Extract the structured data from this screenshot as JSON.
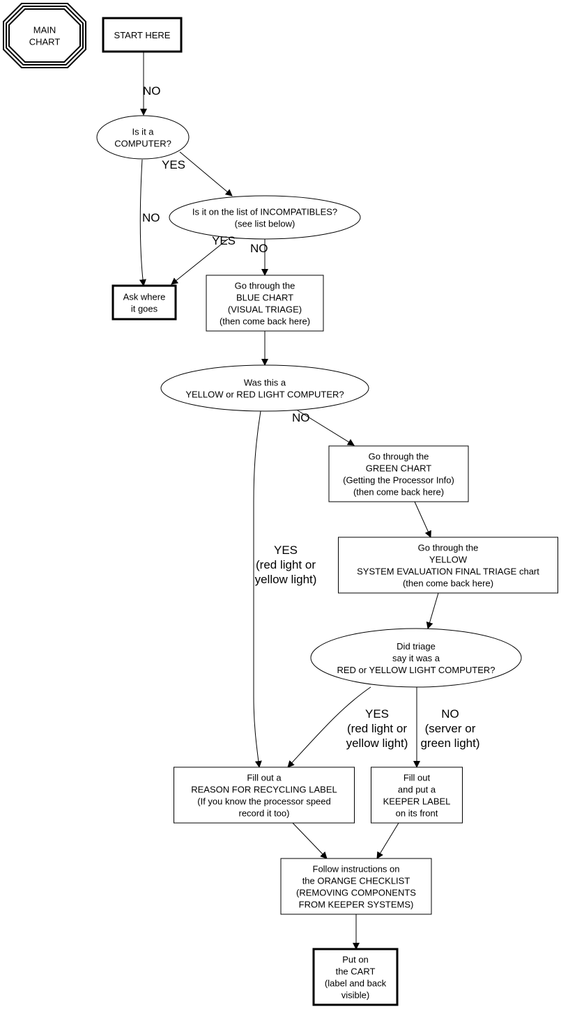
{
  "diagram": {
    "title": "MAIN CHART",
    "nodes": [
      {
        "id": "main",
        "shape": "octagon",
        "lines": [
          "MAIN",
          "CHART"
        ]
      },
      {
        "id": "start",
        "shape": "box-bold",
        "lines": [
          "START HERE"
        ]
      },
      {
        "id": "is_computer",
        "shape": "ellipse",
        "lines": [
          "Is it a",
          "COMPUTER?"
        ]
      },
      {
        "id": "incompatible",
        "shape": "ellipse",
        "lines": [
          "Is it on the list of INCOMPATIBLES?",
          "(see list below)"
        ]
      },
      {
        "id": "ask",
        "shape": "box-bold",
        "lines": [
          "Ask where",
          "it goes"
        ]
      },
      {
        "id": "blue",
        "shape": "box",
        "lines": [
          "Go through the",
          "BLUE CHART",
          "(VISUAL TRIAGE)",
          "(then come back here)"
        ]
      },
      {
        "id": "yellow_red",
        "shape": "ellipse",
        "lines": [
          "Was this a",
          "YELLOW or RED LIGHT COMPUTER?"
        ]
      },
      {
        "id": "green",
        "shape": "box",
        "lines": [
          "Go through the",
          "GREEN CHART",
          "(Getting the Processor Info)",
          "(then come back here)"
        ]
      },
      {
        "id": "yellow_chart",
        "shape": "box",
        "lines": [
          "Go through the",
          "YELLOW",
          "SYSTEM EVALUATION FINAL TRIAGE chart",
          "(then come back here)"
        ]
      },
      {
        "id": "triage",
        "shape": "ellipse",
        "lines": [
          "Did triage",
          "say it was a",
          "RED or YELLOW LIGHT COMPUTER?"
        ]
      },
      {
        "id": "recycle",
        "shape": "box",
        "lines": [
          "Fill out a",
          "REASON FOR RECYCLING LABEL",
          "(If you know the processor speed",
          "record it too)"
        ]
      },
      {
        "id": "keeper",
        "shape": "box",
        "lines": [
          "Fill out",
          "and put a",
          "KEEPER LABEL",
          "on its front"
        ]
      },
      {
        "id": "orange",
        "shape": "box",
        "lines": [
          "Follow instructions on",
          "the ORANGE CHECKLIST",
          "(REMOVING COMPONENTS",
          "FROM KEEPER SYSTEMS)"
        ]
      },
      {
        "id": "cart",
        "shape": "box-bold",
        "lines": [
          "Put on",
          "the CART",
          "(label and back",
          "visible)"
        ]
      }
    ],
    "edges": [
      {
        "from": "start",
        "to": "is_computer",
        "label": [
          "NO"
        ]
      },
      {
        "from": "is_computer",
        "to": "incompatible",
        "label": [
          "YES"
        ]
      },
      {
        "from": "is_computer",
        "to": "ask",
        "label": [
          "NO"
        ]
      },
      {
        "from": "incompatible",
        "to": "ask",
        "label": [
          "YES"
        ]
      },
      {
        "from": "incompatible",
        "to": "blue",
        "label": [
          "NO"
        ]
      },
      {
        "from": "blue",
        "to": "yellow_red",
        "label": []
      },
      {
        "from": "yellow_red",
        "to": "green",
        "label": [
          "NO"
        ]
      },
      {
        "from": "yellow_red",
        "to": "recycle",
        "label": [
          "YES",
          "(red light or",
          "yellow light)"
        ]
      },
      {
        "from": "green",
        "to": "yellow_chart",
        "label": []
      },
      {
        "from": "yellow_chart",
        "to": "triage",
        "label": []
      },
      {
        "from": "triage",
        "to": "recycle",
        "label": [
          "YES",
          "(red light or",
          "yellow light)"
        ]
      },
      {
        "from": "triage",
        "to": "keeper",
        "label": [
          "NO",
          "(server or",
          "green light)"
        ]
      },
      {
        "from": "recycle",
        "to": "orange",
        "label": []
      },
      {
        "from": "keeper",
        "to": "orange",
        "label": []
      },
      {
        "from": "orange",
        "to": "cart",
        "label": []
      }
    ]
  }
}
